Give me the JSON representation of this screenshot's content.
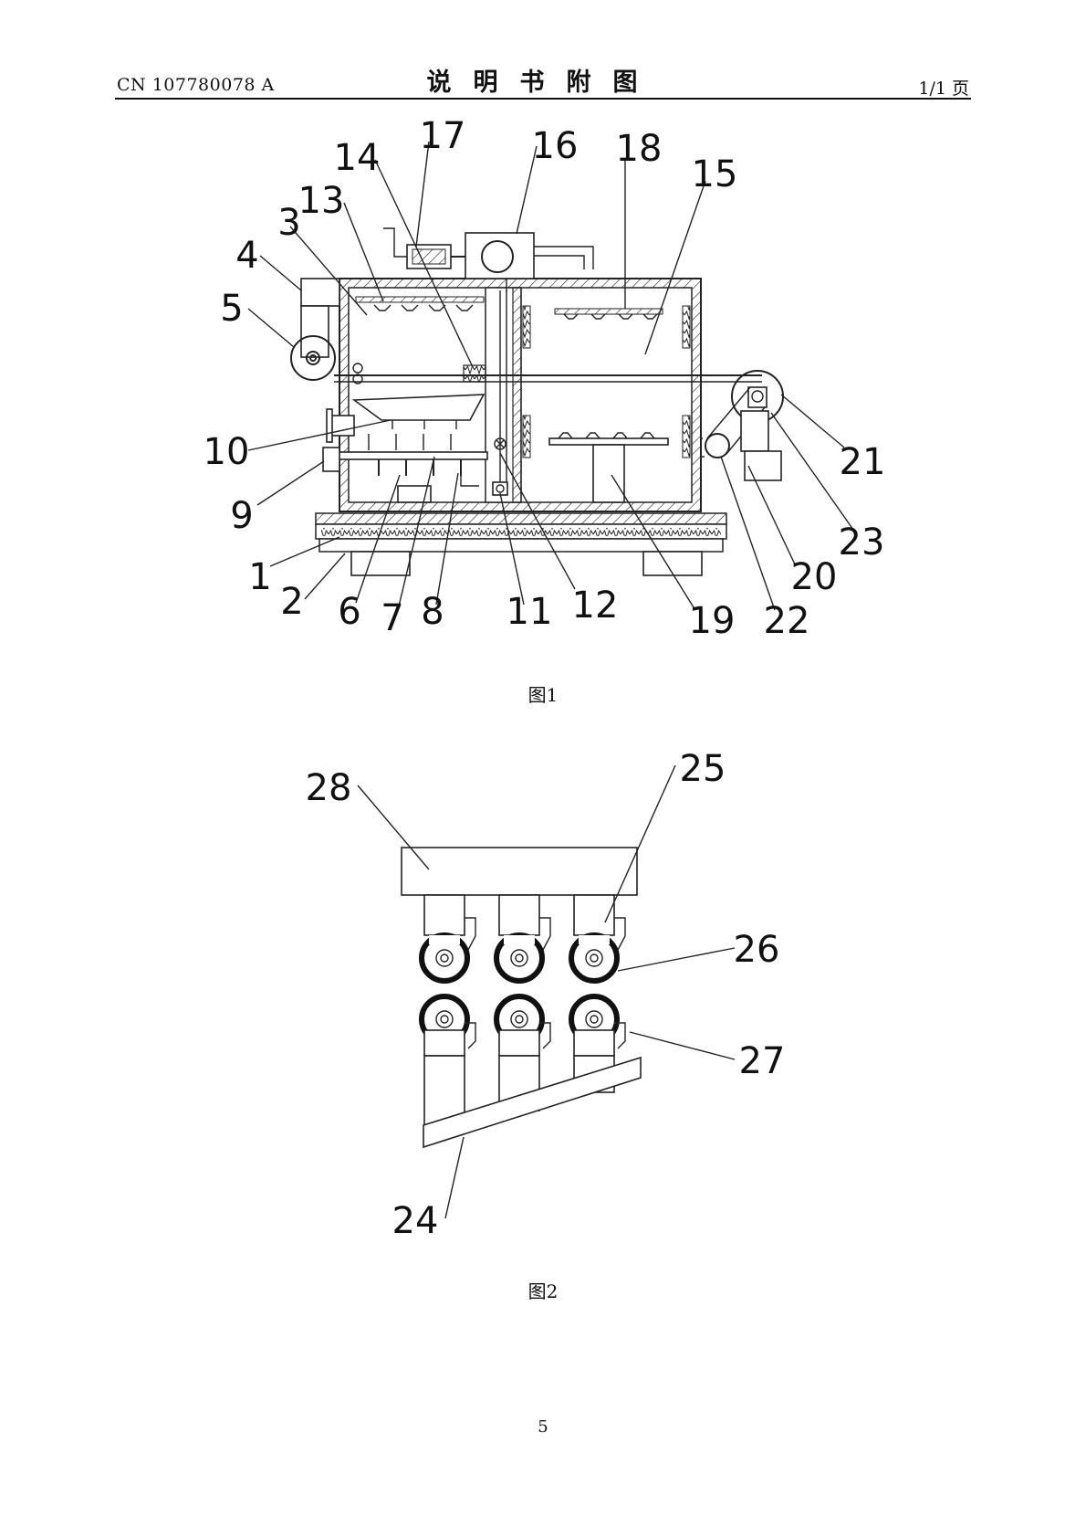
{
  "header": {
    "doc_number": "CN 107780078 A",
    "title": "说明书附图",
    "page_of": "1/1 页"
  },
  "figure1": {
    "caption": "图1",
    "labels": [
      "1",
      "2",
      "3",
      "4",
      "5",
      "6",
      "7",
      "8",
      "9",
      "10",
      "11",
      "12",
      "13",
      "14",
      "15",
      "16",
      "17",
      "18",
      "19",
      "20",
      "21",
      "22",
      "23"
    ]
  },
  "figure2": {
    "caption": "图2",
    "labels": [
      "24",
      "25",
      "26",
      "27",
      "28"
    ]
  },
  "footer": {
    "page_number": "5"
  }
}
